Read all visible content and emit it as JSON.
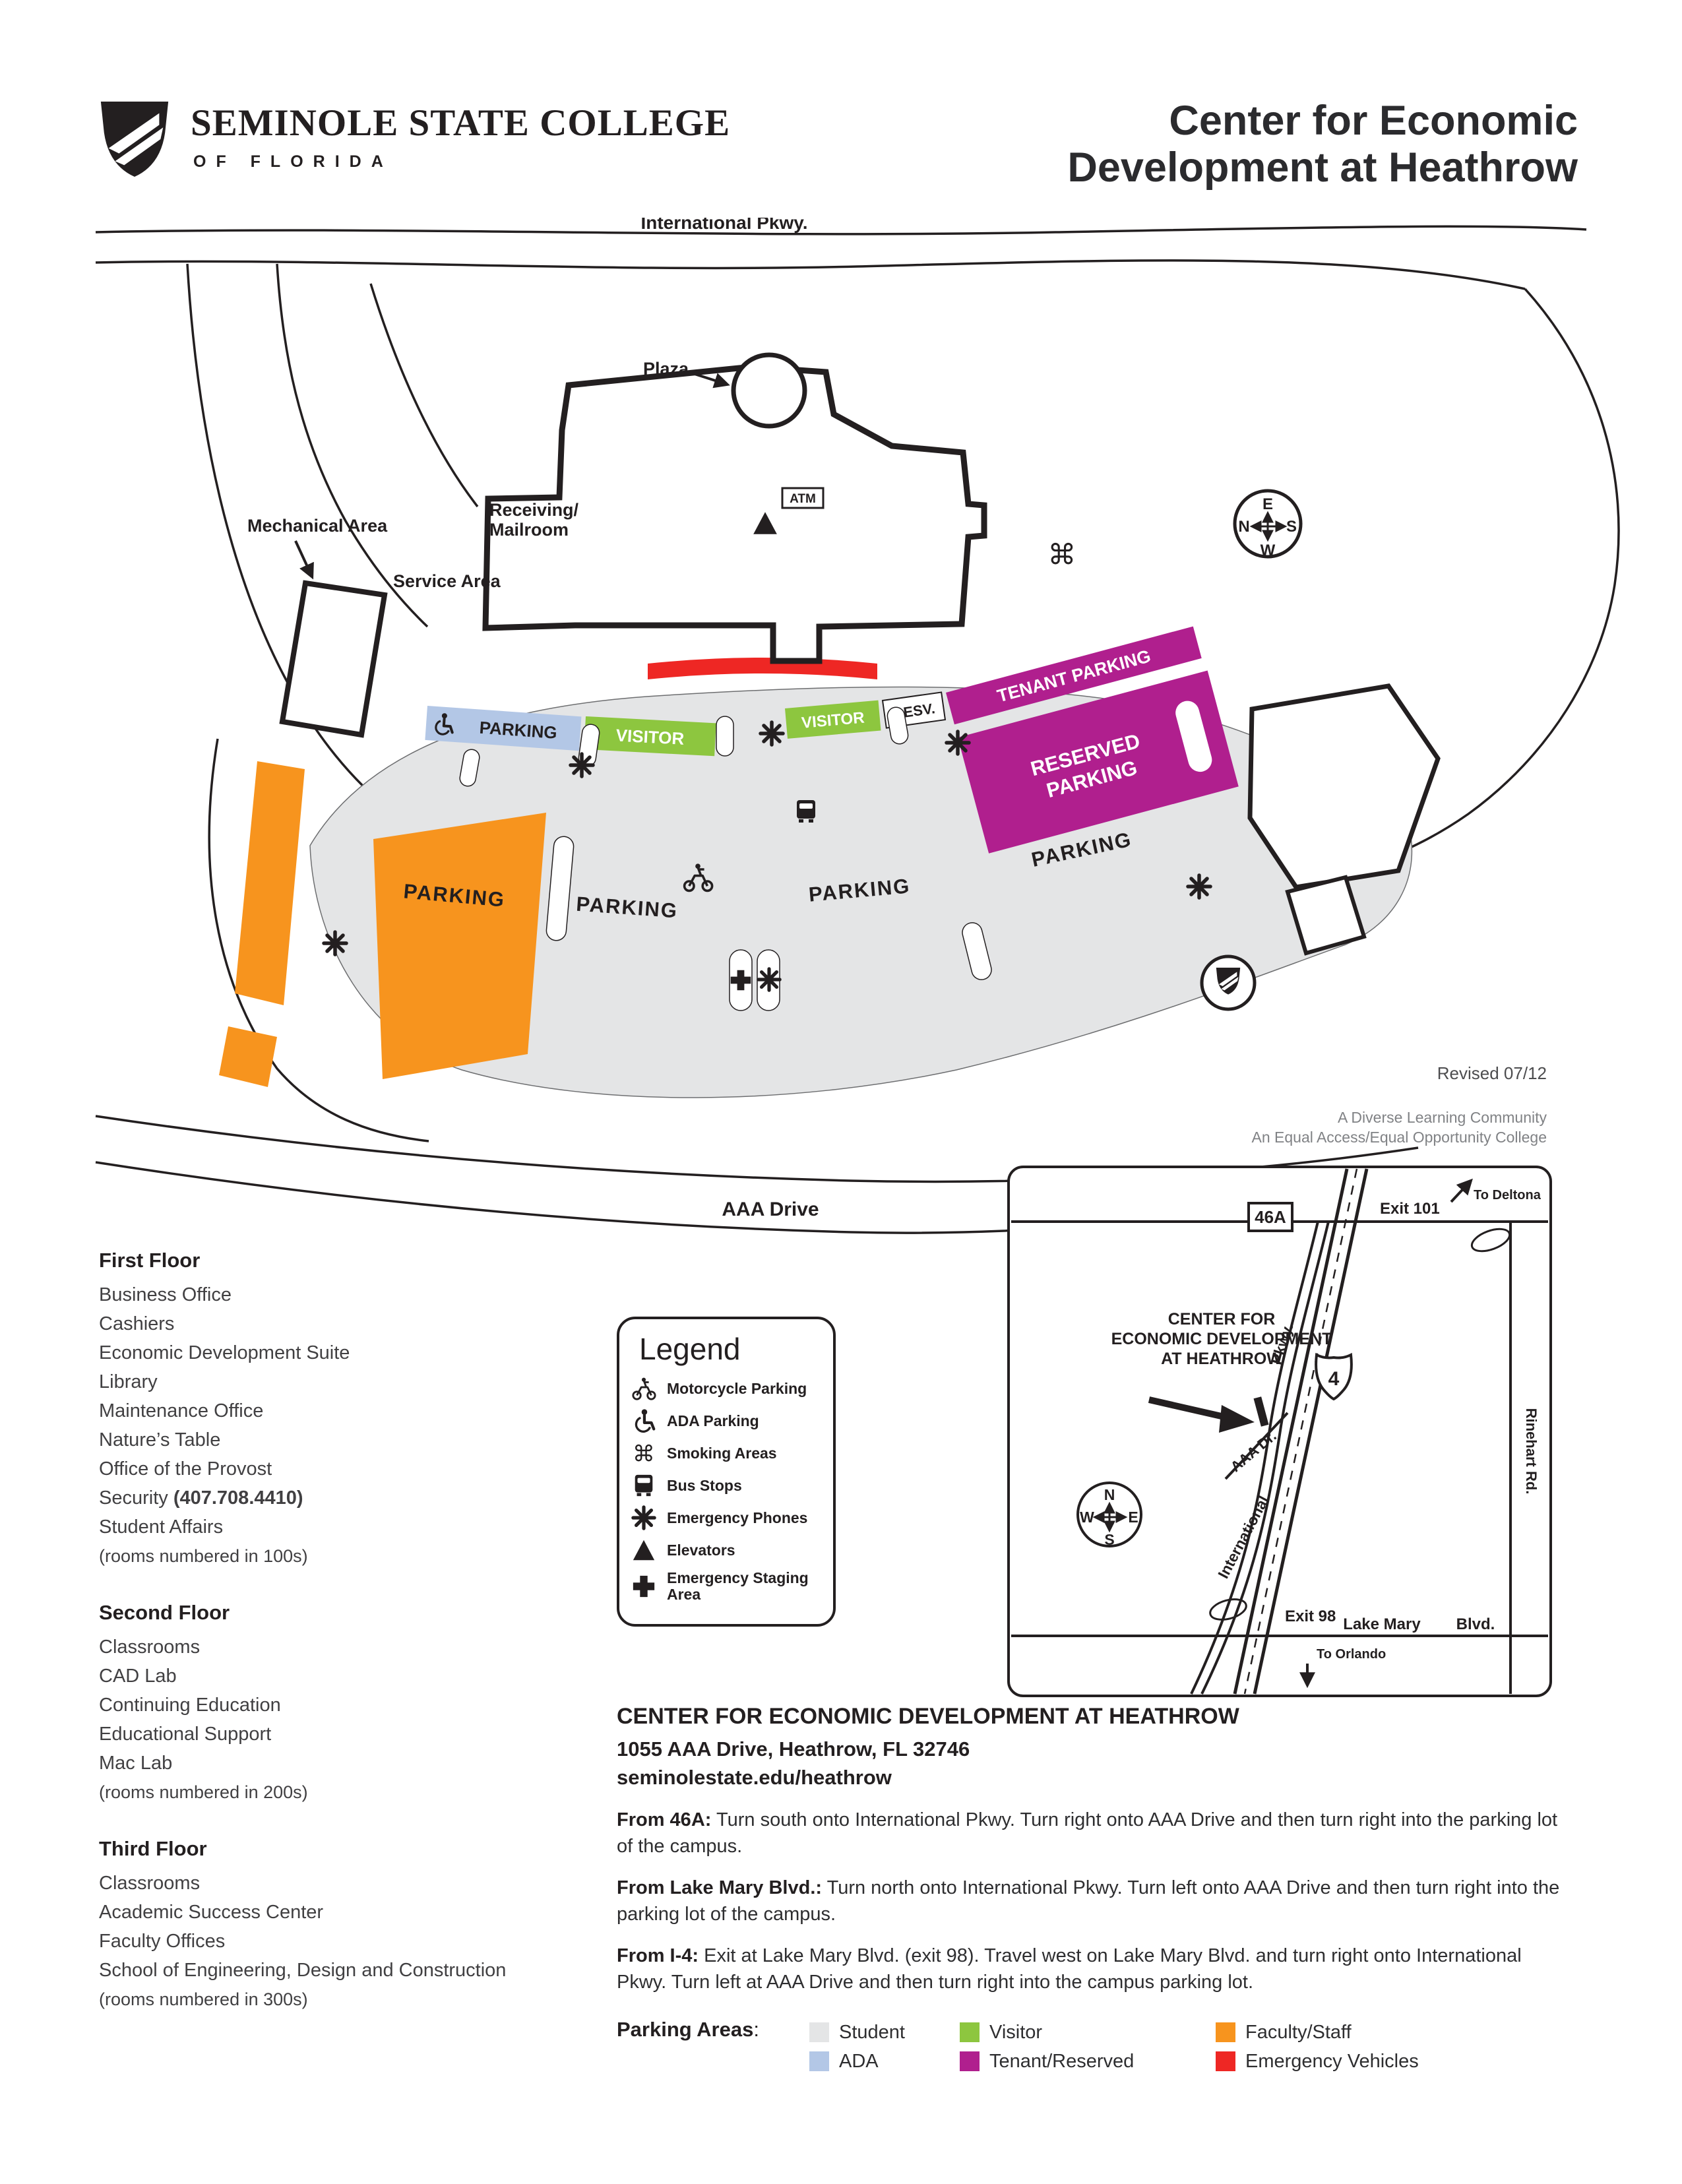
{
  "header": {
    "college_name": "SEMINOLE STATE COLLEGE",
    "college_tagline": "OF FLORIDA",
    "title_line1": "Center for Economic",
    "title_line2": "Development at Heathrow"
  },
  "colors": {
    "student": "#e4e5e6",
    "ada": "#b3c7e6",
    "visitor": "#8dc63f",
    "tenant": "#b01f8e",
    "faculty": "#f7941e",
    "emergency": "#ee2724",
    "ink": "#231f20"
  },
  "campus_map": {
    "top_road": "International Pkwy.",
    "bottom_road": "AAA Drive",
    "plaza": "Plaza",
    "receiving_line1": "Receiving/",
    "receiving_line2": "Mailroom",
    "mechanical_area": "Mechanical Area",
    "service_area": "Service Area",
    "atm": "ATM",
    "ada_strip_label": "PARKING",
    "visitor1": "VISITOR",
    "visitor2": "VISITOR",
    "resv": "RESV.",
    "tenant_parking": "TENANT PARKING",
    "reserved_line1": "RESERVED",
    "reserved_line2": "PARKING",
    "parking_orange": "PARKING",
    "parking_center_left": "PARKING",
    "parking_center": "PARKING",
    "parking_right": "PARKING",
    "bus_icon_label": "Bus",
    "compass": {
      "top": "E",
      "left": "N",
      "right": "S",
      "bottom": "W"
    },
    "revised": "Revised 07/12",
    "tagline_line1": "A Diverse Learning Community",
    "tagline_line2": "An Equal Access/Equal Opportunity College"
  },
  "floors": {
    "first": {
      "title": "First Floor",
      "items": [
        "Business Office",
        "Cashiers",
        "Economic Development Suite",
        "Library",
        "Maintenance Office",
        "Nature’s Table",
        "Office of the Provost"
      ],
      "security_label": "Security ",
      "security_phone": "(407.708.4410)",
      "items_after": [
        "Student Affairs"
      ],
      "note": "(rooms numbered in 100s)"
    },
    "second": {
      "title": "Second Floor",
      "items": [
        "Classrooms",
        "CAD Lab",
        "Continuing Education",
        "Educational Support",
        "Mac Lab"
      ],
      "note": "(rooms numbered in 200s)"
    },
    "third": {
      "title": "Third Floor",
      "items": [
        "Classrooms",
        "Academic Success Center",
        "Faculty Offices",
        "School of Engineering, Design and Construction"
      ],
      "note": "(rooms numbered in 300s)"
    }
  },
  "legend": {
    "title": "Legend",
    "items": [
      {
        "icon": "motorcycle-parking-icon",
        "label": "Motorcycle Parking"
      },
      {
        "icon": "ada-parking-icon",
        "label": "ADA Parking"
      },
      {
        "icon": "smoking-areas-icon",
        "label": "Smoking Areas"
      },
      {
        "icon": "bus-stops-icon",
        "label": "Bus Stops"
      },
      {
        "icon": "emergency-phones-icon",
        "label": "Emergency Phones"
      },
      {
        "icon": "elevators-icon",
        "label": "Elevators"
      },
      {
        "icon": "emergency-staging-icon",
        "label": "Emergency Staging Area"
      }
    ]
  },
  "inset_map": {
    "exit_101": "Exit 101",
    "sr_46a": "46A",
    "to_deltona": "To Deltona",
    "center_line1": "CENTER FOR",
    "center_line2": "ECONOMIC DEVELOPMENT",
    "center_line3": "AT HEATHROW",
    "pkwy": "Pkwy.",
    "highway_shield": "4",
    "aaa_dr": "AAA Dr.",
    "international": "International",
    "rinehart_rd": "Rinehart Rd.",
    "exit_98": "Exit 98",
    "lake_mary": "Lake Mary",
    "blvd": "Blvd.",
    "to_orlando": "To Orlando",
    "compass": {
      "top": "N",
      "left": "W",
      "right": "E",
      "bottom": "S"
    }
  },
  "info": {
    "title": "CENTER FOR ECONOMIC DEVELOPMENT AT HEATHROW",
    "address": "1055 AAA Drive, Heathrow, FL  32746",
    "website": "seminolestate.edu/heathrow",
    "directions": [
      {
        "lead": "From 46A:",
        "text": " Turn south onto International Pkwy. Turn right onto AAA Drive and then turn right into the parking lot of the campus."
      },
      {
        "lead": "From Lake Mary Blvd.:",
        "text": " Turn north onto International Pkwy. Turn left onto AAA Drive and then turn right into the parking lot of the campus."
      },
      {
        "lead": "From I-4:",
        "text": " Exit at Lake Mary Blvd. (exit 98). Travel west on Lake Mary Blvd. and turn right onto International Pkwy. Turn left at AAA Drive and then turn right into the campus parking lot."
      }
    ]
  },
  "parking_areas": {
    "label": "Parking Areas",
    "colon": ":",
    "items": [
      {
        "label": "Student",
        "color": "#e4e5e6"
      },
      {
        "label": "ADA",
        "color": "#b3c7e6"
      },
      {
        "label": "Visitor",
        "color": "#8dc63f"
      },
      {
        "label": "Tenant/Reserved",
        "color": "#b01f8e"
      },
      {
        "label": "Faculty/Staff",
        "color": "#f7941e"
      },
      {
        "label": "Emergency Vehicles",
        "color": "#ee2724"
      }
    ]
  }
}
